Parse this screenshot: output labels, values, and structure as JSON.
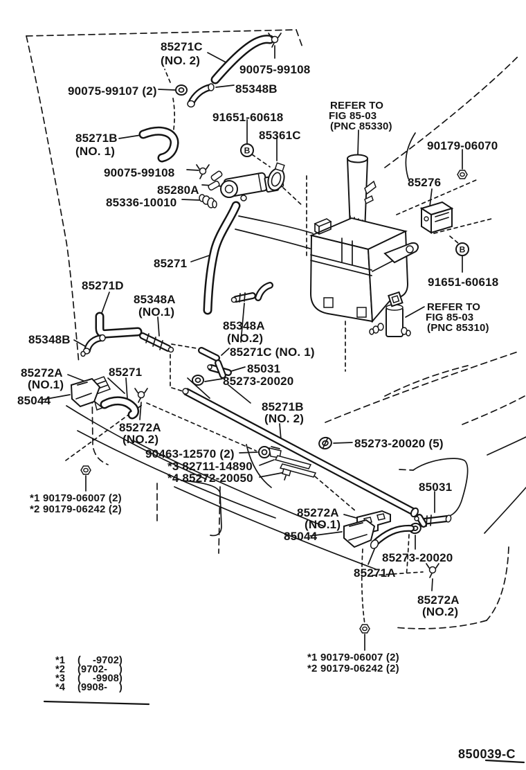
{
  "callouts": [
    "85271C",
    "(NO. 2)",
    "90075-99108",
    "90075-99107 (2)",
    "85348B",
    "91651-60618",
    "85361C",
    "85271B",
    "(NO. 1)",
    "90075-99108",
    "85280A",
    "85336-10010",
    "REFER TO",
    "FIG 85-03",
    "(PNC 85330)",
    "90179-06070",
    "85276",
    "85271",
    "85271D",
    "85348A",
    "(NO.1)",
    "85348A",
    "(NO.2)",
    "91651-60618",
    "REFER TO",
    "FIG 85-03",
    "(PNC 85310)",
    "85348B",
    "85271C (NO. 1)",
    "85031",
    "85273-20020",
    "85272A",
    "(NO.1)",
    "85271",
    "85044",
    "85272A",
    "(NO.2)",
    "85271B",
    "(NO. 2)",
    "85273-20020 (5)",
    "90463-12570 (2)",
    "*3 82711-14890",
    "*4 85272-20050",
    "*1 90179-06007 (2)",
    "*2 90179-06242 (2)",
    "85031",
    "85272A",
    "(NO.1)",
    "85044",
    "85273-20020",
    "85271A",
    "85272A",
    "(NO.2)",
    "*1 90179-06007 (2)",
    "*2 90179-06242 (2)"
  ],
  "b_markers": [
    "B",
    "B"
  ],
  "legend": {
    "rows": [
      {
        "ref": "*1",
        "range": "(    -9702)"
      },
      {
        "ref": "*2",
        "range": "(9702-    )"
      },
      {
        "ref": "*3",
        "range": "(    -9908)"
      },
      {
        "ref": "*4",
        "range": "(9908-    )"
      }
    ]
  },
  "footer": {
    "drawing_number": "850039-C"
  }
}
